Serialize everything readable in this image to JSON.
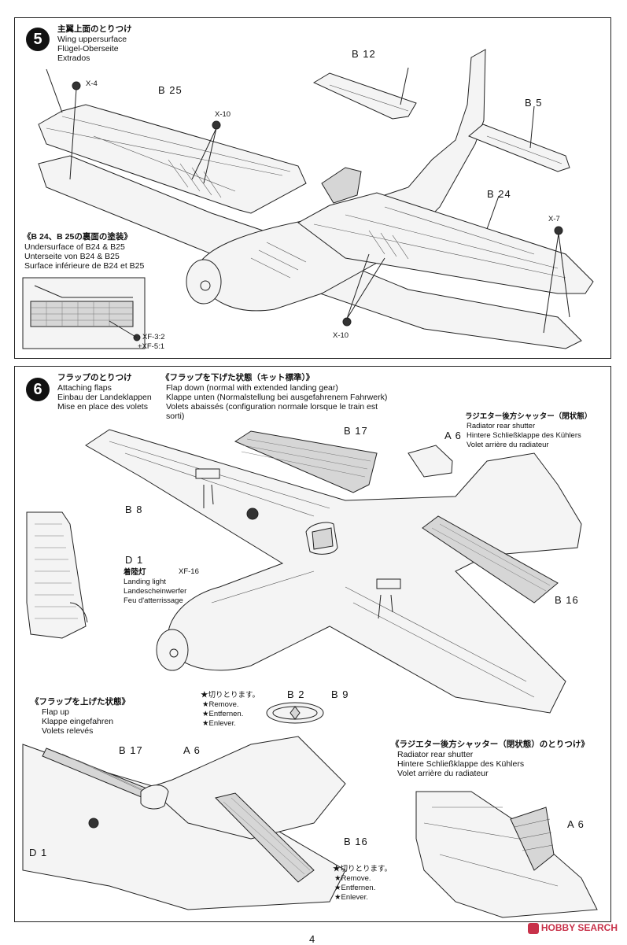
{
  "step5": {
    "number": "5",
    "title_jp": "主翼上面のとりつけ",
    "title_en": "Wing uppersurface",
    "title_de": "Flügel-Oberseite",
    "title_fr": "Extrados",
    "parts": {
      "b12": "B 12",
      "b25": "B 25",
      "b5": "B 5",
      "b24": "B 24",
      "x4": "X-4",
      "x10a": "X-10",
      "x10b": "X-10",
      "x7": "X-7"
    },
    "under_jp": "《B 24、B 25の裏面の塗装》",
    "under_en": "Undersurface of B24 & B25",
    "under_de": "Unterseite von B24 & B25",
    "under_fr": "Surface inférieure de B24 et B25",
    "paint1": "XF-3:2",
    "paint2": "+XF-5:1"
  },
  "step6": {
    "number": "6",
    "title_jp": "フラップのとりつけ",
    "title_en": "Attaching flaps",
    "title_de": "Einbau der Landeklappen",
    "title_fr": "Mise en place des volets",
    "flapdown_jp": "《フラップを下げた状態（キット標準）》",
    "flapdown_en": "Flap down (normal with extended landing gear)",
    "flapdown_de": "Klappe unten (Normalstellung bei ausgefahrenem Fahrwerk)",
    "flapdown_fr": "Volets abaissés (configuration normale lorsque le train est",
    "flapdown_fr2": "sorti)",
    "rad_jp": "ラジエター後方シャッター（閉状態）",
    "rad_en": "Radiator rear shutter",
    "rad_de": "Hintere Schließklappe des Kühlers",
    "rad_fr": "Volet arrière du radiateur",
    "parts": {
      "b17": "B 17",
      "a6": "A 6",
      "b8": "B 8",
      "d1": "D 1",
      "xf16": "XF-16",
      "b16": "B 16",
      "b2": "B 2",
      "b9": "B 9"
    },
    "light_jp": "着陸灯",
    "light_en": "Landing light",
    "light_de": "Landescheinwerfer",
    "light_fr": "Feu d'atterrissage",
    "cut_jp": "★切りとります。",
    "cut_en": "★Remove.",
    "cut_de": "★Entfernen.",
    "cut_fr": "★Enlever.",
    "flapup_jp": "《フラップを上げた状態》",
    "flapup_en": "Flap up",
    "flapup_de": "Klappe eingefahren",
    "flapup_fr": "Volets relevés",
    "up_parts": {
      "b17": "B 17",
      "a6": "A 6",
      "d1": "D 1",
      "b16": "B 16"
    },
    "cut2_jp": "★切りとります。",
    "cut2_en": "★Remove.",
    "cut2_de": "★Entfernen.",
    "cut2_fr": "★Enlever.",
    "radattach_jp": "《ラジエター後方シャッター（閉状態）のとりつけ》",
    "radattach_en": "Radiator rear shutter",
    "radattach_de": "Hintere Schließklappe des Kühlers",
    "radattach_fr": "Volet arrière du radiateur",
    "radattach_part": "A 6"
  },
  "page": {
    "number": "4",
    "watermark": "HOBBY SEARCH"
  }
}
